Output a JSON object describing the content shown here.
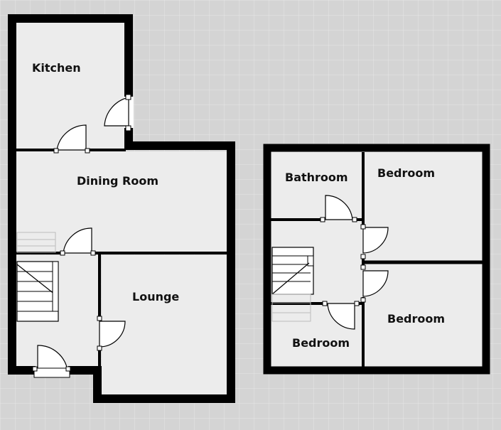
{
  "colors": {
    "background": "#d4d4d4",
    "grid": "#e6e6e6",
    "floor": "#ececec",
    "wall": "#000000",
    "door_leaf": "#ffffff"
  },
  "ground_floor": {
    "rooms": {
      "kitchen": "Kitchen",
      "dining_room": "Dining Room",
      "lounge": "Lounge"
    }
  },
  "first_floor": {
    "rooms": {
      "bathroom": "Bathroom",
      "bedroom_top": "Bedroom",
      "bedroom_right": "Bedroom",
      "bedroom_bottom": "Bedroom"
    }
  }
}
